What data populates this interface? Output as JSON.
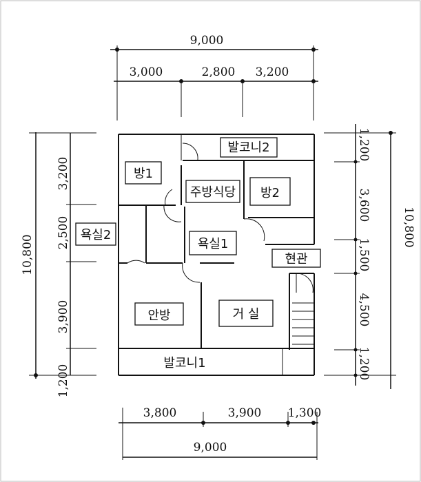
{
  "dimensions": {
    "top_total": "9,000",
    "top_1": "3,000",
    "top_2": "2,800",
    "top_3": "3,200",
    "bottom_1": "3,800",
    "bottom_2": "3,900",
    "bottom_3": "1,300",
    "bottom_total": "9,000",
    "left_total": "10,800",
    "left_1": "3,200",
    "left_2": "2,500",
    "left_3": "3,900",
    "left_4": "1,200",
    "right_total": "10,800",
    "right_1": "1,200",
    "right_2": "3,600",
    "right_3": "1,500",
    "right_4": "4,500",
    "right_5": "1,200"
  },
  "rooms": {
    "room1": "방1",
    "room2": "방2",
    "kitchen": "주방식당",
    "bath1": "욕실1",
    "bath2": "욕실2",
    "entrance": "현관",
    "master": "안방",
    "living": "거 실",
    "balcony1": "발코니1",
    "balcony2": "발코니2"
  }
}
